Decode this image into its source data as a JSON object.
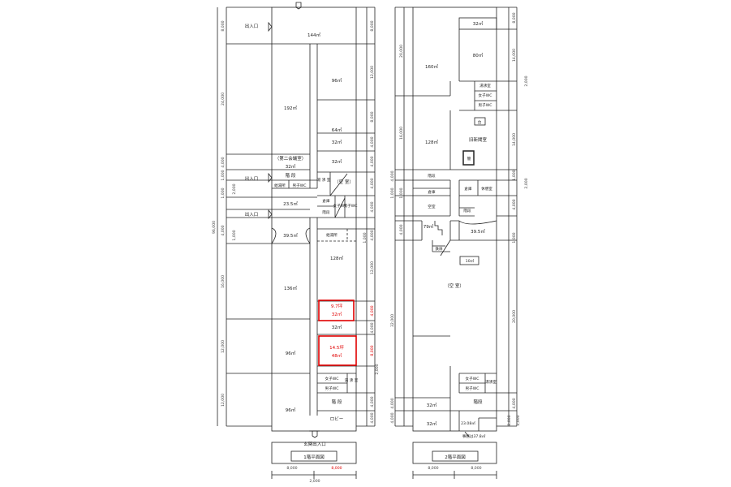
{
  "floor1": {
    "title": "1階平面図",
    "entrances": {
      "top": "出入口",
      "middle": "出入口",
      "lower": "出入口",
      "main": "玄関出入口"
    },
    "rooms": {
      "r144": "144㎡",
      "r192": "192㎡",
      "r96a": "96㎡",
      "r64": "64㎡",
      "r32a": "32㎡",
      "r32b": "32㎡",
      "meeting2": "（第二会議室）",
      "r32c": "32㎡",
      "stairs_a": "階 段",
      "kyutoujo": "給湯所",
      "mens_wc": "男子WC",
      "yusui_a": "湯 沸 室",
      "void_a": "（空 室）",
      "soko_a": "倉庫",
      "stairs_b": "階段",
      "womens_wc_v": "女子WC",
      "mens_wc_v": "男子WC",
      "r23_5": "23.5㎡",
      "r39_5": "39.5㎡",
      "kyutoujo_b": "給湯所",
      "r128": "128㎡",
      "r136": "136㎡",
      "vac1_tsubo": "9.7坪",
      "vac1_area": "32㎡",
      "r32d": "32㎡",
      "vac2_tsubo": "14.5坪",
      "vac2_area": "48㎡",
      "r96b": "96㎡",
      "r96c": "96㎡",
      "womens_wc": "女子WC",
      "yusui_b": "湯 沸 室",
      "mens_wc_b": "男子WC",
      "stairs_c": "階 段",
      "lobby": "ロビー"
    },
    "dims_left": [
      "8,000",
      "24,000",
      "4,000",
      "1,000",
      "1,000",
      "2,000",
      "4,000",
      "1,000",
      "16,000",
      "12,000",
      "12,000"
    ],
    "dim_total": "96,000",
    "dims_right": [
      "8,000",
      "12,000",
      "8,000",
      "4,000",
      "4,000",
      "4,000",
      "4,000",
      "4,000",
      "12,000",
      "4,000",
      "4,000",
      "4,000",
      "4,000",
      "4,000"
    ],
    "dims_right_red": [
      "4,000",
      "8,000"
    ],
    "dims_bottom": [
      "8,000",
      "8,000",
      "2,000"
    ],
    "dims_small_right": [
      "2,000",
      "1,000",
      "3,000"
    ]
  },
  "floor2": {
    "title": "2階平面図",
    "rooms": {
      "r32a": "32㎡",
      "r80": "80㎡",
      "r160": "160㎡",
      "yusui_a": "湯沸室",
      "womens_wc": "女子WC",
      "mens_wc": "男子WC",
      "dai": "台",
      "old_office": "旧新聞室",
      "ken": "簡",
      "r128": "128㎡",
      "stairs_a": "階段",
      "soko_a": "倉庫",
      "soko_b": "倉庫",
      "rest": "休憩室",
      "void_a": "空室",
      "stairs_b": "階段",
      "r79": "79㎡",
      "r39_5": "39.5㎡",
      "stairs_iron": "鉄扉",
      "r10": "10㎡",
      "void_b": "（空 室）",
      "womens_wc_b": "女子WC",
      "mens_wc_b": "男子WC",
      "yusui_b": "湯沸室",
      "stairs_c": "階段",
      "r32b": "32㎡",
      "r32c": "32㎡",
      "r23": "23.08㎡",
      "note": "事務は37.8㎡"
    },
    "dims_left": [
      "20,000",
      "16,000",
      "4,000",
      "1,000",
      "1,000",
      "4,000",
      "32,000",
      "4,000",
      "4,000"
    ],
    "dims_right": [
      "8,000",
      "14,000",
      "2,000",
      "14,000",
      "2,000",
      "1,000",
      "4,000",
      "1,000",
      "20,000",
      "4,000",
      "2,000",
      "2,000"
    ],
    "dims_bottom": [
      "8,000",
      "8,000"
    ]
  }
}
